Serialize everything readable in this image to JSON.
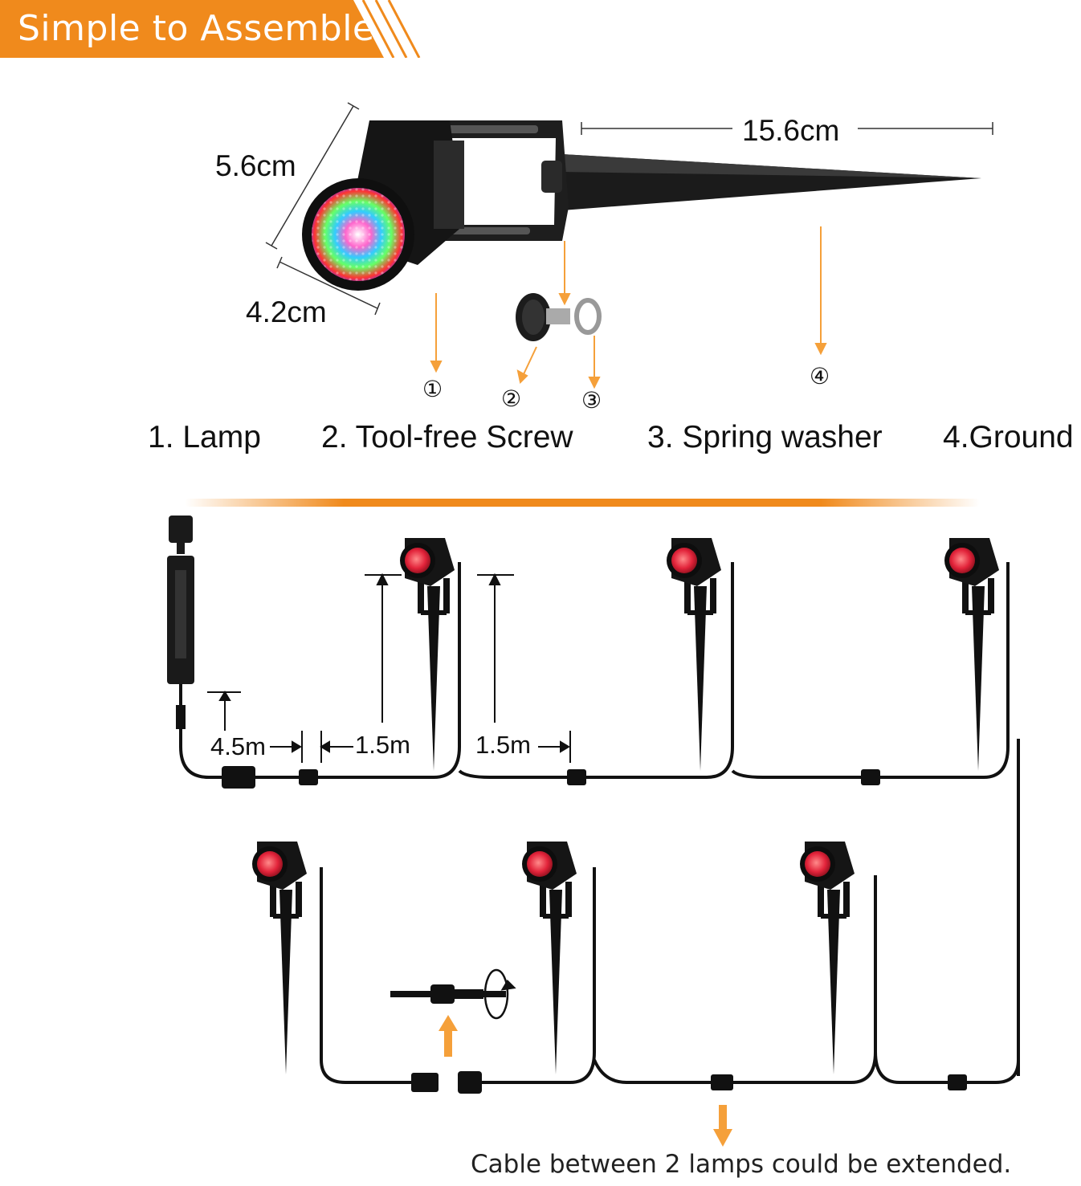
{
  "banner": {
    "title": "Simple to Assemble",
    "color": "#f08a1c"
  },
  "product": {
    "dimensions": {
      "height": "5.6cm",
      "width": "4.2cm",
      "length": "15.6cm"
    },
    "callouts": [
      "①",
      "②",
      "③",
      "④"
    ],
    "parts": [
      "1. Lamp",
      "2. Tool-free Screw",
      "3. Spring washer",
      "4.Ground"
    ]
  },
  "wiring": {
    "cable_lengths": {
      "power_to_first": "4.5m",
      "lamp_spacing_1": "1.5m",
      "lamp_spacing_2": "1.5m"
    },
    "note": "Cable between 2 lamps could be extended."
  },
  "colors": {
    "accent": "#f08a1c",
    "lamp_red": "#e2233a",
    "lamp_body": "#1a1a1a",
    "arrow": "#f5a03a"
  }
}
